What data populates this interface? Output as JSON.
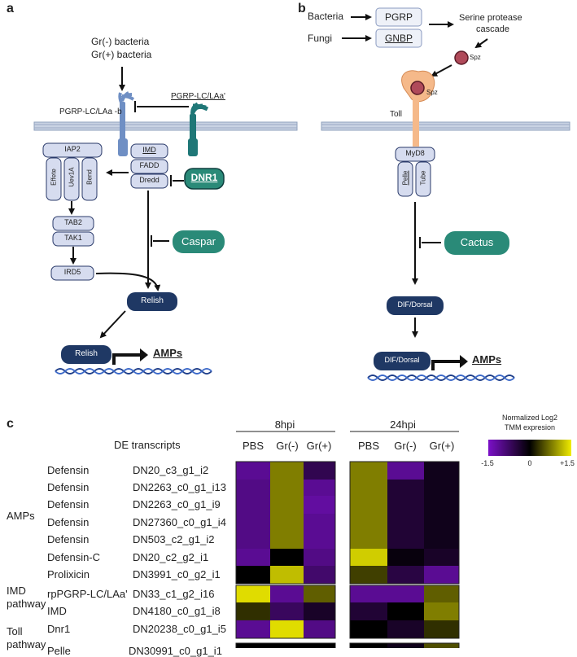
{
  "panel_a": {
    "letter": "a",
    "stimulus_line1": "Gr(-) bacteria",
    "stimulus_line2": "Gr(+) bacteria",
    "receptor_label": "PGRP-LC/LAa -b",
    "receptor2_label": "PGRP-LC/LAa'",
    "imd": "IMD",
    "fadd": "FADD",
    "dredd": "Dredd",
    "dnr1": "DNR1",
    "iap2": "IAP2",
    "effete": "Effete",
    "uev1a": "Uev1A",
    "bend": "Bend",
    "tab2": "TAB2",
    "tak1": "TAK1",
    "ird5": "IRD5",
    "caspar": "Caspar",
    "relish": "Relish",
    "relish2": "Relish",
    "amps": "AMPs"
  },
  "panel_b": {
    "letter": "b",
    "bacteria": "Bacteria",
    "fungi": "Fungi",
    "pgrp": "PGRP",
    "gnbp": "GNBP",
    "cascade_line1": "Serine protease",
    "cascade_line2": "cascade",
    "spz": "Spz",
    "spz2": "Spz",
    "toll": "Toll",
    "myd8": "MyD8",
    "pelle": "Pelle",
    "tube": "Tube",
    "cactus": "Cactus",
    "dif": "DIF/Dorsal",
    "dif2": "DIF/Dorsal",
    "amps": "AMPs"
  },
  "panel_c": {
    "letter": "c",
    "de_header": "DE transcripts",
    "legend_title_line1": "Normalized Log2",
    "legend_title_line2": "TMM expresion",
    "legend_ticks": [
      "-1.5",
      "0",
      "+1.5"
    ],
    "groups": [
      {
        "label": "AMPs",
        "rows": [
          0,
          6
        ]
      },
      {
        "label": "IMD\npathway",
        "rows": [
          7,
          9
        ]
      },
      {
        "label": "Toll\npathway",
        "rows": [
          10,
          10
        ]
      }
    ]
  },
  "chart_data": {
    "type": "heatmap",
    "color_scale": {
      "min": -1.5,
      "max": 1.5,
      "colors": [
        "#7b10c8",
        "#000000",
        "#f0ec00"
      ]
    },
    "timepoints": [
      {
        "label": "8hpi",
        "conditions": [
          "PBS",
          "Gr(-)",
          "Gr(+)"
        ]
      },
      {
        "label": "24hpi",
        "conditions": [
          "PBS",
          "Gr(-)",
          "Gr(+)"
        ]
      }
    ],
    "rows": [
      {
        "gene": "Defensin",
        "transcript": "DN20_c3_g1_i2",
        "values": [
          -1.1,
          0.8,
          -0.6,
          0.8,
          -1.1,
          -0.2
        ]
      },
      {
        "gene": "Defensin",
        "transcript": "DN2263_c0_g1_i13",
        "values": [
          -1.0,
          0.8,
          -1.1,
          0.8,
          -0.4,
          -0.2
        ]
      },
      {
        "gene": "Defensin",
        "transcript": "DN2263_c0_g1_i9",
        "values": [
          -1.0,
          0.8,
          -1.2,
          0.8,
          -0.4,
          -0.2
        ]
      },
      {
        "gene": "Defensin",
        "transcript": "DN27360_c0_g1_i4",
        "values": [
          -1.0,
          0.8,
          -1.1,
          0.8,
          -0.4,
          -0.2
        ]
      },
      {
        "gene": "Defensin",
        "transcript": "DN503_c2_g1_i2",
        "values": [
          -1.0,
          0.8,
          -1.1,
          0.8,
          -0.4,
          -0.2
        ]
      },
      {
        "gene": "Defensin-C",
        "transcript": "DN20_c2_g2_i1",
        "values": [
          -1.1,
          0.0,
          -1.0,
          1.3,
          -0.1,
          -0.3
        ]
      },
      {
        "gene": "Prolixicin",
        "transcript": "DN3991_c0_g2_i1",
        "values": [
          0.0,
          1.2,
          -0.8,
          0.4,
          -0.5,
          -1.1
        ]
      },
      {
        "gene": "rpPGRP-LC/LAa'",
        "transcript": "DN33_c1_g2_i16",
        "values": [
          1.4,
          -1.1,
          0.6,
          -1.1,
          -1.1,
          0.6
        ]
      },
      {
        "gene": "IMD",
        "transcript": "DN4180_c0_g1_i8",
        "values": [
          0.3,
          -0.7,
          -0.3,
          -0.4,
          0.0,
          0.8
        ]
      },
      {
        "gene": "Dnr1",
        "transcript": "DN20238_c0_g1_i5",
        "values": [
          -1.1,
          1.4,
          -1.0,
          0.0,
          -0.3,
          0.3
        ]
      },
      {
        "gene": "Pelle",
        "transcript": "DN30991_c0_g1_i1",
        "values": [
          0.0,
          0.0,
          0.0,
          0.0,
          -0.2,
          0.5
        ]
      }
    ]
  }
}
